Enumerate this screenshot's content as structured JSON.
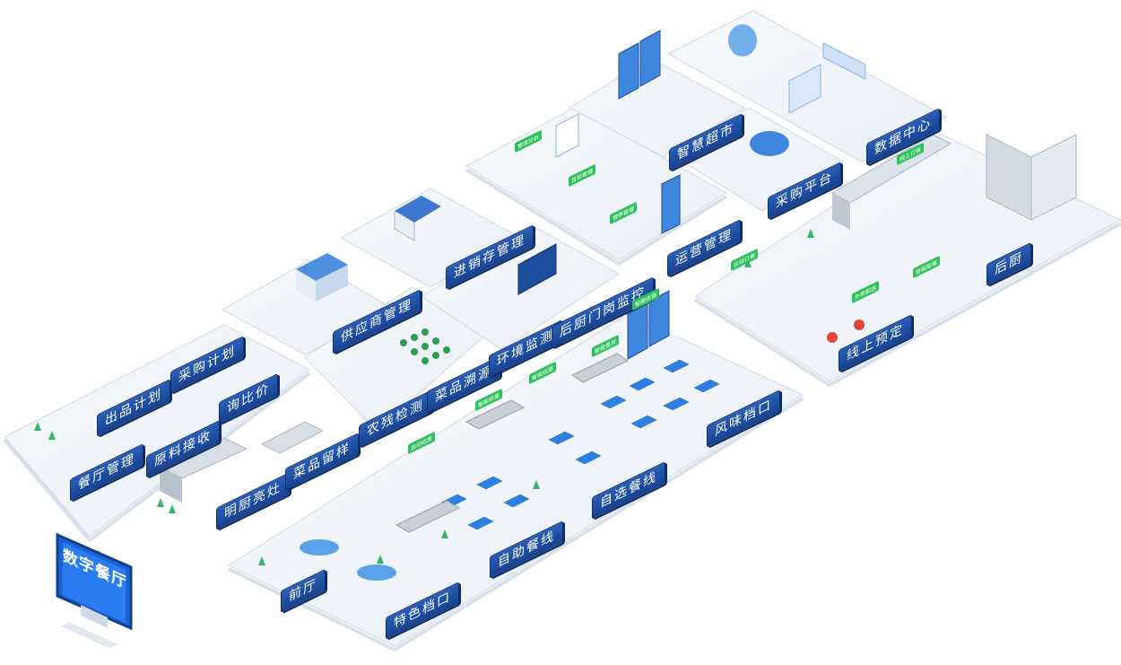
{
  "title": "数字餐厅",
  "colors": {
    "platform": "#eef2f8",
    "platform_edge": "#c9d3e3",
    "label": "#1e4ea3",
    "accent": "#2f8ae0",
    "tag": "#2fc25b"
  },
  "zones": {
    "canteen_management": "餐厅管理",
    "menu_plan": "出品计划",
    "purchase_plan": "采购计划",
    "price_inquiry": "询比价",
    "ingredient_receiving": "原料接收",
    "open_kitchen": "明厨亮灶",
    "dish_sample": "菜品留样",
    "supply_management": "供应商管理",
    "pesticide_check": "农残检测",
    "dish_traceability": "菜品溯源",
    "inventory_management": "进销存管理",
    "environment_monitoring": "环境监测",
    "back_kitchen_monitoring": "后厨门岗监控",
    "operation_management": "运营管理",
    "smart_supermarket": "智慧超市",
    "purchase_platform": "采购平台",
    "data_center": "数据中心",
    "back_kitchen": "后厨",
    "online_booking": "线上预定",
    "flavor_stall": "风味档口",
    "self_select_line": "自选餐线",
    "self_service_line": "自助餐线",
    "front_hall": "前厅",
    "special_stall": "特色档口"
  },
  "tags": {
    "t1": "营收分析",
    "t2": "目标管理",
    "t3": "营养管理",
    "t4": "线上订餐",
    "t5": "智能收银",
    "t6": "智能售货",
    "t7": "智能结算",
    "t8": "智能称重",
    "t9": "自动结算",
    "t10": "在线订餐",
    "t11": "外卖配送",
    "t12": "智能取餐"
  }
}
